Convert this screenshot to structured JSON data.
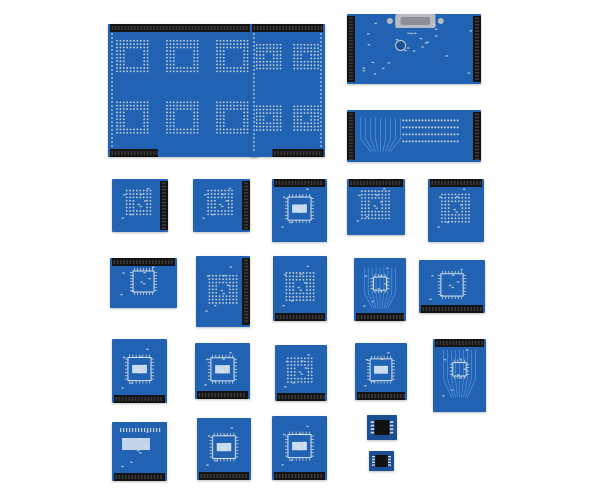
{
  "photo": {
    "subject": "adapter-board-set",
    "colors": {
      "background": "#ffffff",
      "pcb": "#2163b2",
      "pcb_dark": "#1a4f93",
      "trace": "#4e8fd6",
      "header": "#141414",
      "pin": "#3a3a3a",
      "pad": "#c8d2da",
      "silkscreen": "#e8f0f8",
      "chip": "#111111",
      "db9_connector": "#b8bcc2"
    }
  },
  "boards": [
    {
      "kind": "large",
      "header": "bottom-left",
      "chips": [
        "qfp",
        "qfp",
        "qfp",
        "qfp",
        "qfp",
        "qfp"
      ]
    },
    {
      "kind": "large",
      "header": "bottom-right",
      "chips": [
        "qfp",
        "qfp",
        "qfp",
        "qfp"
      ]
    },
    {
      "kind": "db9",
      "header": "sides"
    },
    {
      "kind": "dip-bar",
      "header": "sides"
    },
    {
      "kind": "small",
      "header": "right",
      "chips": [
        "socket"
      ]
    },
    {
      "kind": "small",
      "header": "right",
      "chips": [
        "socket"
      ]
    },
    {
      "kind": "small",
      "header": "top",
      "chips": [
        "qfp-label"
      ]
    },
    {
      "kind": "small",
      "header": "top",
      "chips": [
        "socket"
      ]
    },
    {
      "kind": "small",
      "header": "top",
      "chips": [
        "socket"
      ]
    },
    {
      "kind": "small",
      "header": "top",
      "chips": [
        "qfp-outline"
      ]
    },
    {
      "kind": "small",
      "header": "right",
      "chips": [
        "plcc"
      ]
    },
    {
      "kind": "small",
      "header": "bottom",
      "chips": [
        "plcc"
      ]
    },
    {
      "kind": "small",
      "header": "bottom",
      "chips": [
        "traces"
      ]
    },
    {
      "kind": "small",
      "header": "bottom",
      "chips": [
        "qfp-outline"
      ]
    },
    {
      "kind": "small",
      "header": "bottom",
      "chips": [
        "qfp-label"
      ]
    },
    {
      "kind": "small",
      "header": "bottom",
      "chips": [
        "qfp-label"
      ]
    },
    {
      "kind": "small",
      "header": "bottom",
      "chips": [
        "socket"
      ]
    },
    {
      "kind": "small",
      "header": "bottom",
      "chips": [
        "qfp-label"
      ]
    },
    {
      "kind": "small",
      "header": "top",
      "chips": [
        "traces"
      ]
    },
    {
      "kind": "small",
      "header": "bottom",
      "chips": [
        "ssop"
      ]
    },
    {
      "kind": "small",
      "header": "bottom",
      "chips": [
        "qfp-label"
      ]
    },
    {
      "kind": "small",
      "header": "bottom",
      "chips": [
        "qfp-label"
      ]
    },
    {
      "kind": "tiny",
      "header": "none",
      "chips": [
        "soic"
      ]
    },
    {
      "kind": "tiny",
      "header": "none",
      "chips": [
        "soic"
      ]
    }
  ]
}
